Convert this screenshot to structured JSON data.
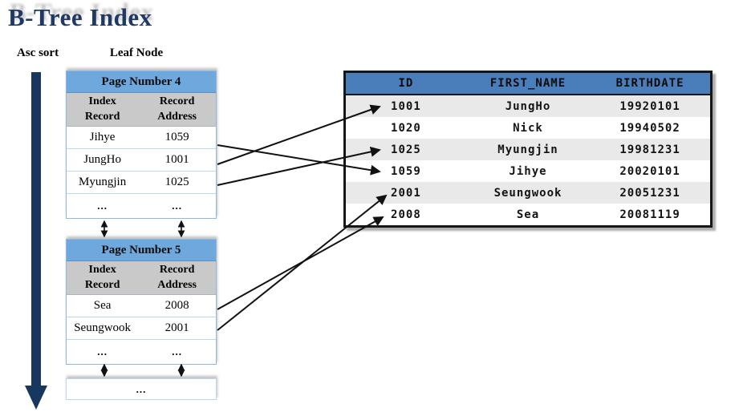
{
  "title": "B-Tree Index",
  "labels": {
    "asc_sort": "Asc sort",
    "leaf_node": "Leaf Node"
  },
  "leaf_pages": [
    {
      "title": "Page Number 4",
      "col1_header": "Index\nRecord",
      "col2_header": "Record\nAddress",
      "rows": [
        {
          "index_record": "Jihye",
          "record_address": "1059"
        },
        {
          "index_record": "JungHo",
          "record_address": "1001"
        },
        {
          "index_record": "Myungjin",
          "record_address": "1025"
        },
        {
          "index_record": "...",
          "record_address": "..."
        }
      ]
    },
    {
      "title": "Page Number 5",
      "col1_header": "Index\nRecord",
      "col2_header": "Record\nAddress",
      "rows": [
        {
          "index_record": "Sea",
          "record_address": "2008"
        },
        {
          "index_record": "Seungwook",
          "record_address": "2001"
        },
        {
          "index_record": "...",
          "record_address": "..."
        }
      ]
    }
  ],
  "overflow_box_label": "...",
  "db_table": {
    "columns": [
      "ID",
      "FIRST_NAME",
      "BIRTHDATE"
    ],
    "rows": [
      {
        "id": "1001",
        "first_name": "JungHo",
        "birthdate": "19920101"
      },
      {
        "id": "1020",
        "first_name": "Nick",
        "birthdate": "19940502"
      },
      {
        "id": "1025",
        "first_name": "Myungjin",
        "birthdate": "19981231"
      },
      {
        "id": "1059",
        "first_name": "Jihye",
        "birthdate": "20020101"
      },
      {
        "id": "2001",
        "first_name": "Seungwook",
        "birthdate": "20051231"
      },
      {
        "id": "2008",
        "first_name": "Sea",
        "birthdate": "20081119"
      }
    ]
  },
  "connections": [
    {
      "from": "Page Number 4 / Jihye",
      "to": "ID 1059"
    },
    {
      "from": "Page Number 4 / JungHo",
      "to": "ID 1001"
    },
    {
      "from": "Page Number 4 / Myungjin",
      "to": "ID 1025"
    },
    {
      "from": "Page Number 5 / Sea",
      "to": "ID 2008"
    },
    {
      "from": "Page Number 5 / Seungwook",
      "to": "ID 2001"
    }
  ],
  "colors": {
    "title_navy": "#1F3864",
    "sort_arrow_navy": "#17375E",
    "page_header_blue": "#6FA8DC",
    "column_header_gray": "#C9C9C9",
    "leaf_border_blue": "#BDD7EE",
    "db_header_blue": "#4A7EBB",
    "db_alt_row_gray": "#E9E9E9"
  }
}
